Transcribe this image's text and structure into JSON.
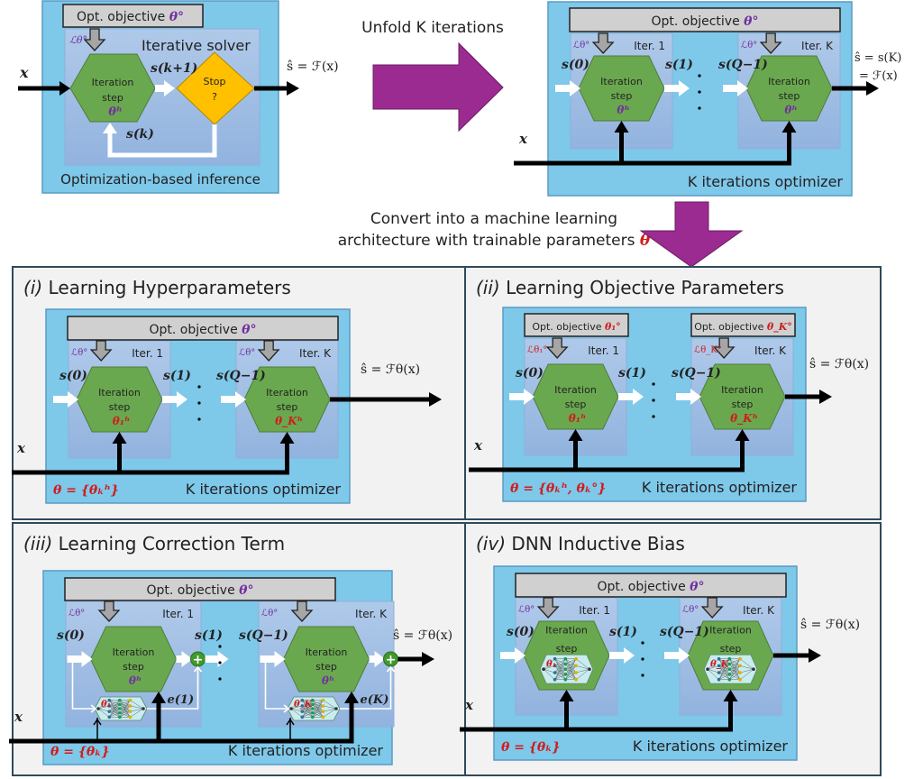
{
  "colors": {
    "outer_blue": "#7ec8ea",
    "outer_blue_border": "#5a9ac4",
    "iter_box": "#a7c4e6",
    "iter_box_bottom": "#96b6e0",
    "hexagon": "#6aa84f",
    "hexagon_border": "#4e7d38",
    "stop_diamond": "#ffc000",
    "objective_box": "#d0d0d0",
    "panel_bg": "#f2f2f2",
    "panel_border": "#2f4a5a",
    "purple_arrow": "#9b2b91",
    "purple_text": "#7030a0",
    "red_text": "#d01c1c",
    "plus_node": "#3f9a2b"
  },
  "top_left": {
    "objective": "Opt. objective ",
    "objective_sym": "θ°",
    "loss": "ℒθ°",
    "solver_title": "Iterative solver",
    "step_line1": "Iteration",
    "step_line2": "step",
    "step_param": "θʰ",
    "stop_line1": "Stop",
    "stop_line2": "?",
    "s_next": "s(k+1)",
    "s_k": "s(k)",
    "input": "x",
    "output": "ŝ = ℱ(x)",
    "caption": "Optimization-based inference"
  },
  "unfold": {
    "label": "Unfold K iterations"
  },
  "top_right": {
    "objective": "Opt. objective ",
    "objective_sym": "θ°",
    "iter1": "Iter. 1",
    "iterK": "Iter. K",
    "loss": "ℒθ°",
    "s0": "s(0)",
    "s1": "s(1)",
    "sQ": "s(Q−1)",
    "step_line1": "Iteration",
    "step_line2": "step",
    "step_param": "θʰ",
    "input": "x",
    "output_line1": "ŝ = s(K)",
    "output_line2": "= ℱ(x)",
    "caption": "K iterations optimizer"
  },
  "convert": {
    "line1": "Convert into a machine learning",
    "line2": "architecture with trainable parameters ",
    "theta": "θ"
  },
  "panels": [
    {
      "tag": "(i)",
      "title": " Learning Hyperparameters",
      "objective": "Opt. objective ",
      "objective_sym": "θ°",
      "iter1": "Iter. 1",
      "iterK": "Iter. K",
      "loss1": "ℒθ°",
      "lossK": "ℒθ°",
      "s0": "s(0)",
      "s1": "s(1)",
      "sQ": "s(Q−1)",
      "step_line1": "Iteration",
      "step_line2": "step",
      "param1": "θ₁ʰ",
      "paramK": "θ_Kʰ",
      "input": "x",
      "output": "ŝ = ℱθ(x)",
      "theta_def": "θ = {θₖʰ}",
      "caption": "K iterations optimizer"
    },
    {
      "tag": "(ii)",
      "title": " Learning Objective Parameters",
      "objective1": "Opt. objective ",
      "objective1_sym": "θ₁°",
      "objectiveK": "Opt. objective ",
      "objectiveK_sym": "θ_K°",
      "iter1": "Iter. 1",
      "iterK": "Iter. K",
      "loss1": "ℒθ₁°",
      "lossK": "ℒθ_K°",
      "s0": "s(0)",
      "s1": "s(1)",
      "sQ": "s(Q−1)",
      "step_line1": "Iteration",
      "step_line2": "step",
      "param1": "θ₁ʰ",
      "paramK": "θ_Kʰ",
      "input": "x",
      "output": "ŝ = ℱθ(x)",
      "theta_def": "θ = {θₖʰ, θₖ°}",
      "caption": "K iterations optimizer"
    },
    {
      "tag": "(iii)",
      "title": " Learning Correction Term",
      "objective": "Opt. objective ",
      "objective_sym": "θ°",
      "iter1": "Iter. 1",
      "iterK": "Iter. K",
      "loss1": "ℒθ°",
      "lossK": "ℒθ°",
      "s0": "s(0)",
      "s1": "s(1)",
      "sQ": "s(Q−1)",
      "step_line1": "Iteration",
      "step_line2": "step",
      "param1": "θʰ",
      "paramK": "θʰ",
      "e1": "e(1)",
      "eK": "e(K)",
      "dnn1": "θ₁",
      "dnnK": "θ_K",
      "input": "x",
      "output": "ŝ = ℱθ(x)",
      "theta_def": "θ = {θₖ}",
      "caption": "K iterations optimizer"
    },
    {
      "tag": "(iv)",
      "title": " DNN Inductive Bias",
      "objective": "Opt. objective ",
      "objective_sym": "θ°",
      "iter1": "Iter. 1",
      "iterK": "Iter. K",
      "loss1": "ℒθ°",
      "lossK": "ℒθ°",
      "s0": "s(0)",
      "s1": "s(1)",
      "sQ": "s(Q−1)",
      "step_line1": "Iteration",
      "step_line2": "step",
      "dnn1": "θ₁",
      "dnnK": "θ_K",
      "input": "x",
      "output": "ŝ = ℱθ(x)",
      "theta_def": "θ = {θₖ}",
      "caption": "K iterations optimizer"
    }
  ]
}
